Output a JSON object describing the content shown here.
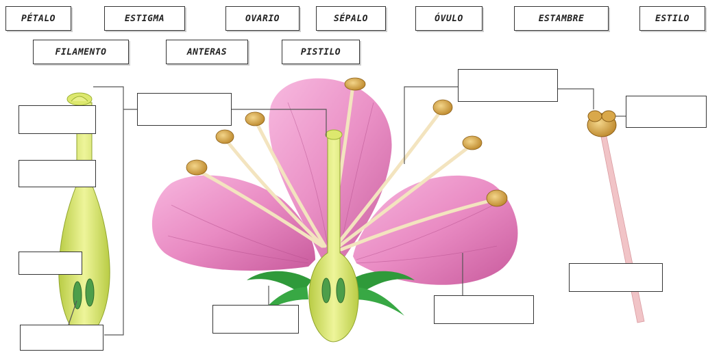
{
  "word_bank": {
    "row1": [
      "PÉTALO",
      "ESTIGMA",
      "OVARIO",
      "SÉPALO",
      "ÓVULO",
      "ESTAMBRE",
      "ESTILO"
    ],
    "row2": [
      "FILAMENTO",
      "ANTERAS",
      "PISTILO"
    ]
  },
  "answer_boxes": [
    "",
    "",
    "",
    "",
    "",
    "",
    "",
    "",
    "",
    "",
    ""
  ],
  "colors": {
    "petal": "#e98bc3",
    "petal_dark": "#c85a9c",
    "pistil": "#d8e86a",
    "ovary": "#c9dc55",
    "ovule": "#4d9e4a",
    "sepal": "#2f9a3a",
    "anther": "#d9a84a",
    "filament": "#f5e6c0",
    "leader_line": "#555555"
  }
}
